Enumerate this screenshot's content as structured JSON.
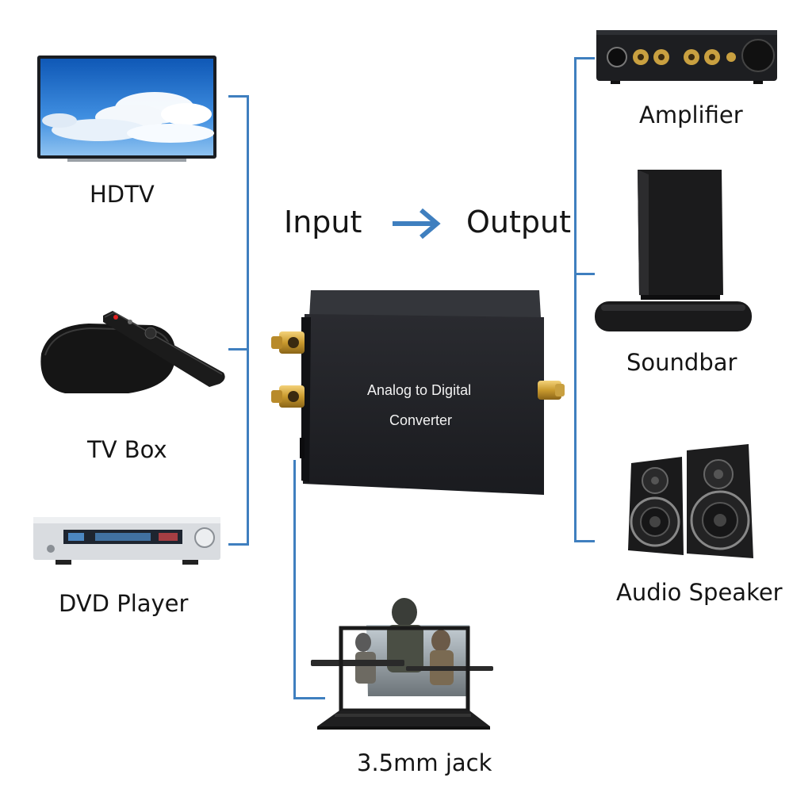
{
  "header": {
    "input_label": "Input",
    "output_label": "Output",
    "arrow_icon": "right-arrow-icon",
    "accent_color": "#3f7fbf"
  },
  "converter": {
    "line1": "Analog to Digital",
    "line2": "Converter"
  },
  "inputs": [
    {
      "label": "HDTV",
      "icon": "hdtv-icon"
    },
    {
      "label": "TV Box",
      "icon": "tv-box-icon"
    },
    {
      "label": "DVD Player",
      "icon": "dvd-player-icon"
    }
  ],
  "outputs": [
    {
      "label": "Amplifier",
      "icon": "amplifier-icon"
    },
    {
      "label": "Soundbar",
      "icon": "soundbar-icon"
    },
    {
      "label": "Audio Speaker",
      "icon": "audio-speaker-icon"
    }
  ],
  "bottom_input": {
    "label": "3.5mm jack",
    "icon": "laptop-icon"
  }
}
